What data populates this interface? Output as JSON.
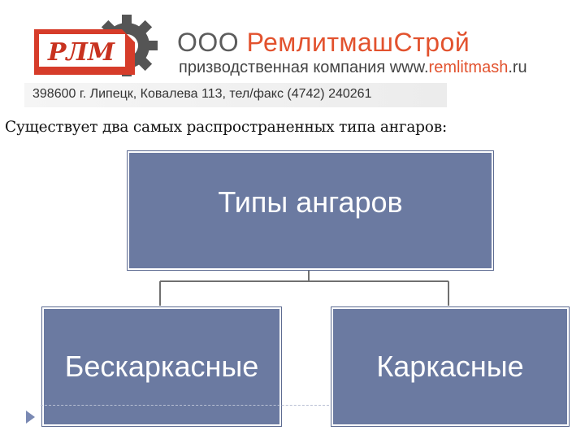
{
  "header": {
    "logo_text": "РЛМ",
    "company_prefix": "ООО",
    "company_name": "РемлитмашСтрой",
    "tagline_prefix": "призводственная компания www.",
    "tagline_domain": "remlitmash",
    "tagline_suffix": ".ru",
    "address": "398600 г. Липецк, Ковалева 113, тел/факс (4742) 240261"
  },
  "intro_text": "Существует два самых распространенных типа ангаров:",
  "diagram": {
    "root": "Типы ангаров",
    "children": [
      "Бескаркасные",
      "Каркасные"
    ]
  },
  "colors": {
    "box_fill": "#6b7aa1",
    "brand_red": "#e2522e",
    "connector": "#707070"
  }
}
